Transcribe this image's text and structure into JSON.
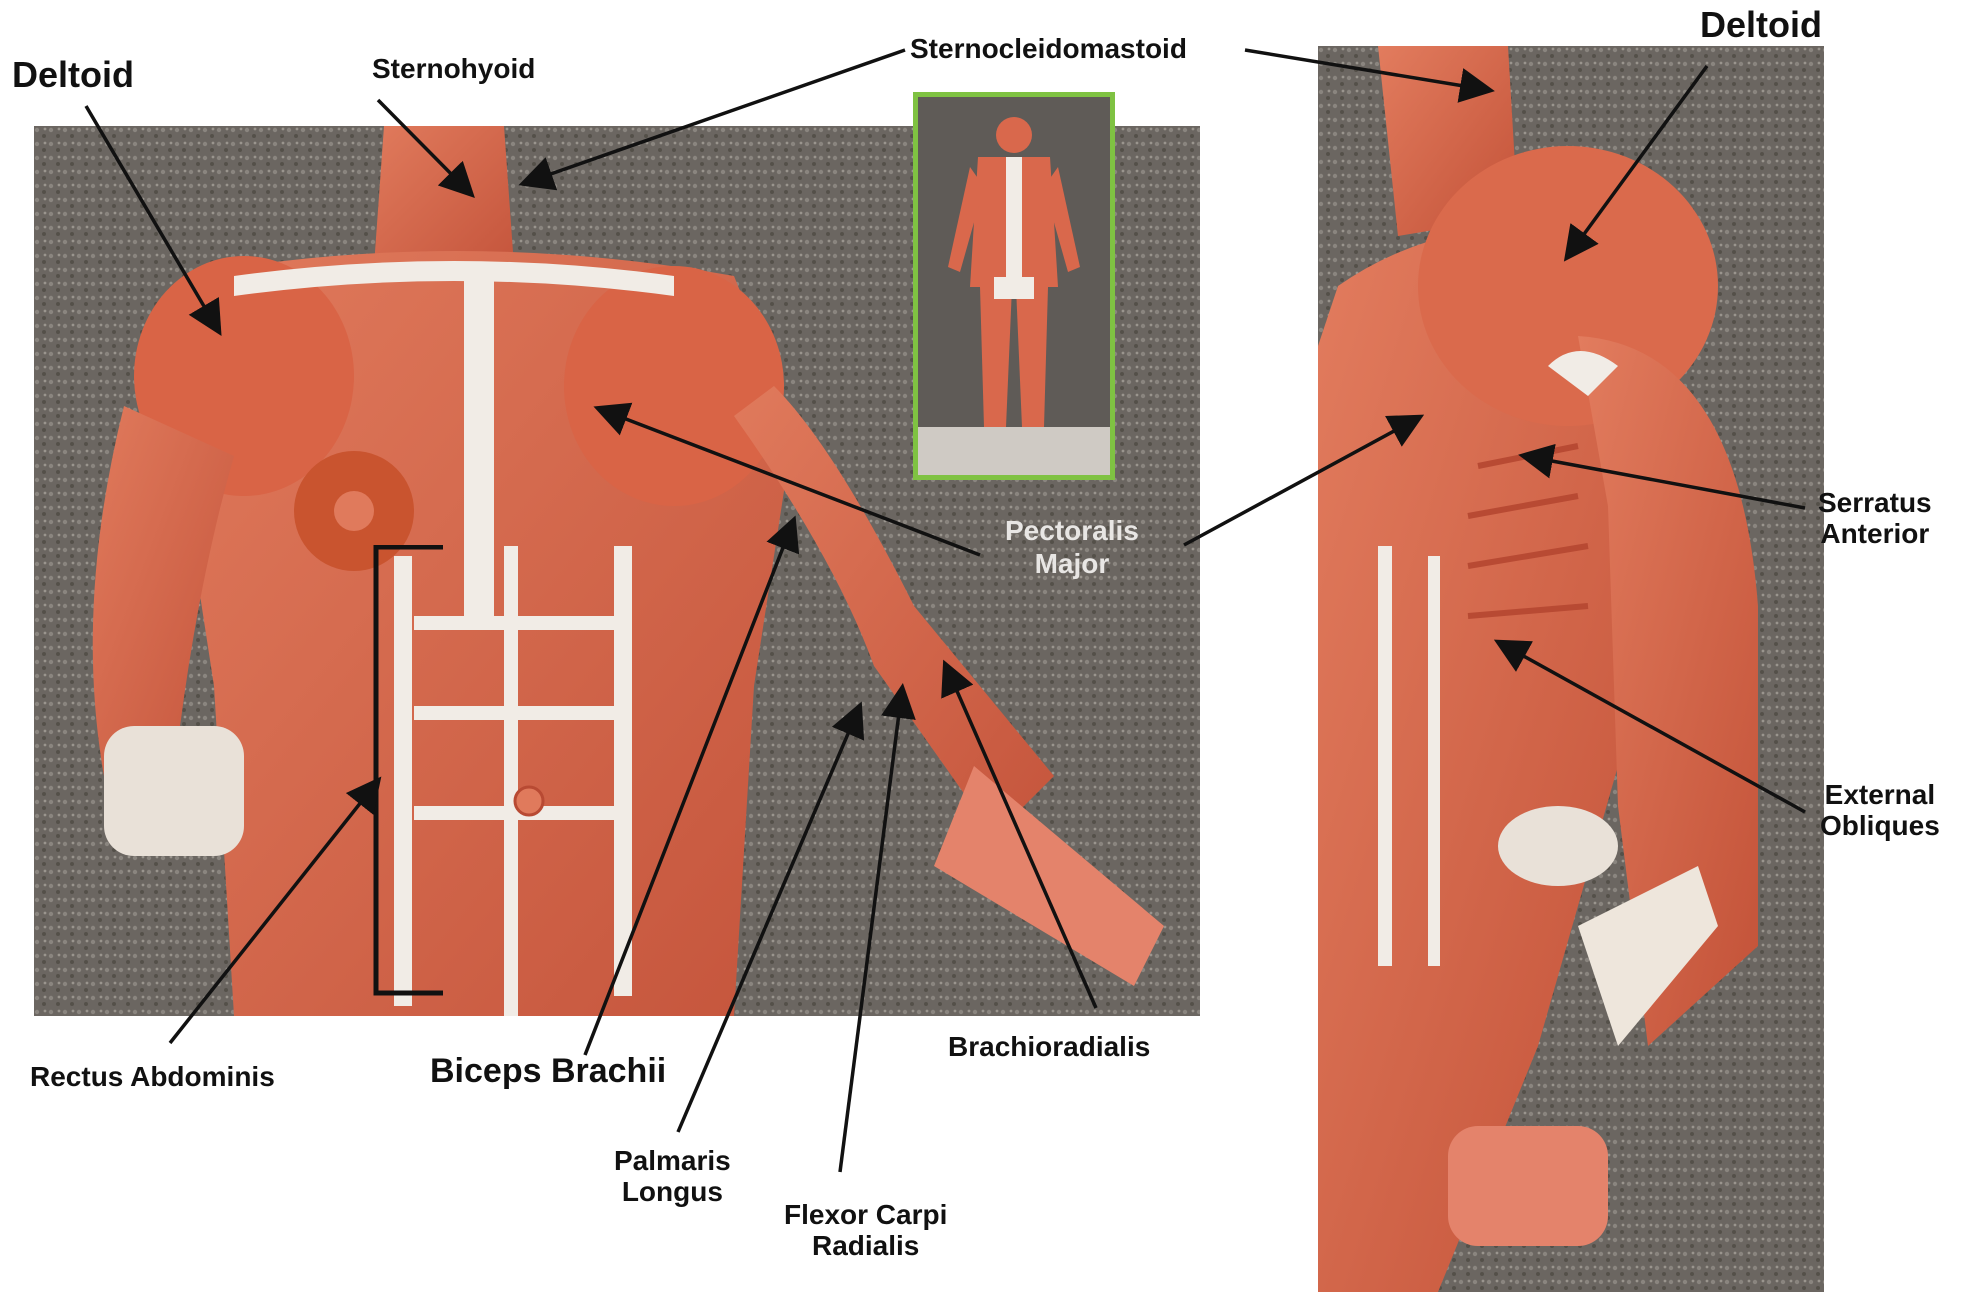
{
  "labels": {
    "deltoid_left": "Deltoid",
    "sternohyoid": "Sternohyoid",
    "sternocleidomastoid": "Sternocleidomastoid",
    "deltoid_right": "Deltoid",
    "pectoralis_major": [
      "Pectoralis",
      "Major"
    ],
    "serratus_anterior": [
      "Serratus",
      "Anterior"
    ],
    "external_obliques": [
      "External",
      "Obliques"
    ],
    "rectus_abdominis": "Rectus Abdominis",
    "biceps_brachii": "Biceps Brachii",
    "brachioradialis": "Brachioradialis",
    "palmaris_longus": [
      "Palmaris",
      "Longus"
    ],
    "flexor_carpi_radialis": [
      "Flexor Carpi",
      "Radialis"
    ]
  },
  "colors": {
    "muscle": "#d9684c",
    "muscle_dark": "#b84a33",
    "tendon": "#f1ece6",
    "carpet": "#6b6661",
    "carpet_light": "#8a857f",
    "inset_border": "#7fc242",
    "label_text": "#111111",
    "label_light": "#e8e6e4"
  }
}
